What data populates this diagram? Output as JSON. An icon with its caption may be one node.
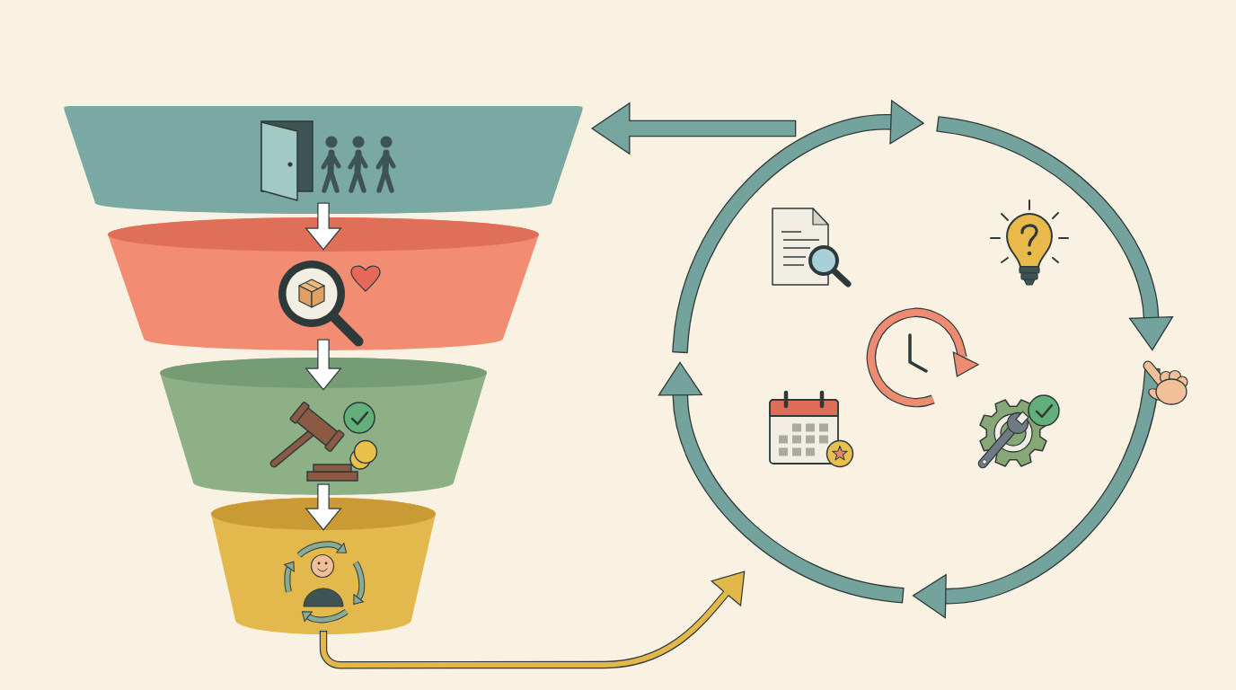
{
  "diagram": {
    "nodes": [
      {
        "text": [],
        "shape": "trapezoid"
      },
      {
        "text": [],
        "shape": "trapezoid"
      },
      {
        "text": [],
        "shape": "trapezoid"
      },
      {
        "text": [],
        "shape": "trapezoid"
      }
    ],
    "edges": [
      {
        "from": 0,
        "to": 1,
        "arrow": "to"
      },
      {
        "from": 1,
        "to": 2,
        "arrow": "to"
      },
      {
        "from": 2,
        "to": 3,
        "arrow": "to"
      },
      {
        "from": null,
        "to": 0,
        "arrow": "to",
        "color": "#76a59f"
      },
      {
        "from": 3,
        "to": null,
        "arrow": "to",
        "color": "#e3b84b"
      }
    ]
  }
}
